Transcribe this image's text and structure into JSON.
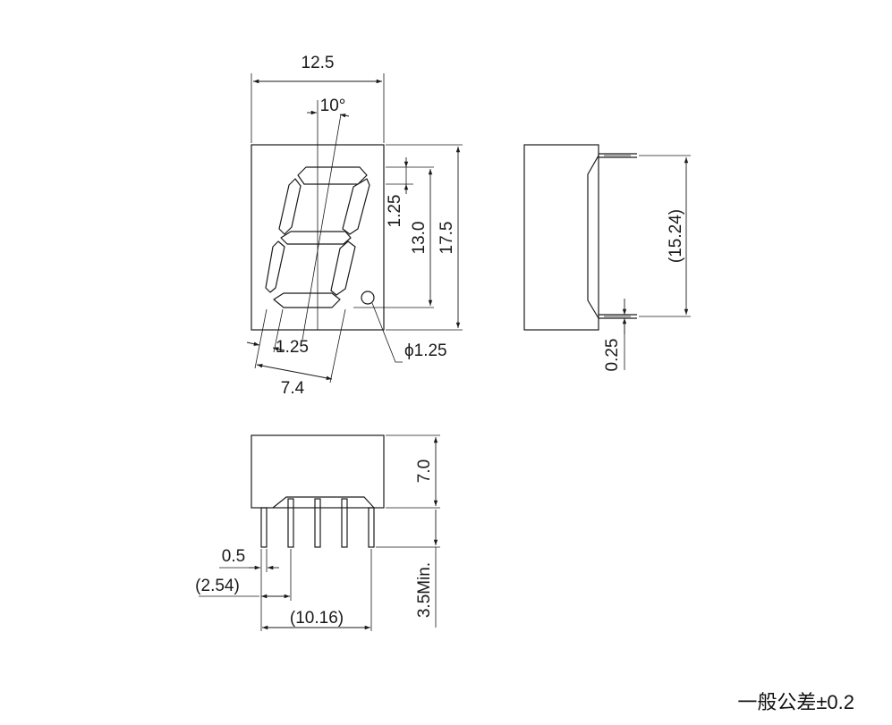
{
  "front": {
    "width": "12.5",
    "angle": "10°",
    "segment_gap": "1.25",
    "digit_height": "13.0",
    "body_height": "17.5",
    "stroke_width": "1.25",
    "digit_width": "7.4",
    "dp_diameter": "ϕ1.25"
  },
  "side": {
    "pin_spacing": "(15.24)",
    "pin_thickness": "0.25"
  },
  "bottom": {
    "body_depth": "7.0",
    "pin_width": "0.5",
    "pin_pitch": "(2.54)",
    "pin_span": "(10.16)",
    "pin_length": "3.5Min."
  },
  "tolerance_note": "一般公差±0.2",
  "colors": {
    "line": "#1a1a1a",
    "background": "#ffffff"
  }
}
